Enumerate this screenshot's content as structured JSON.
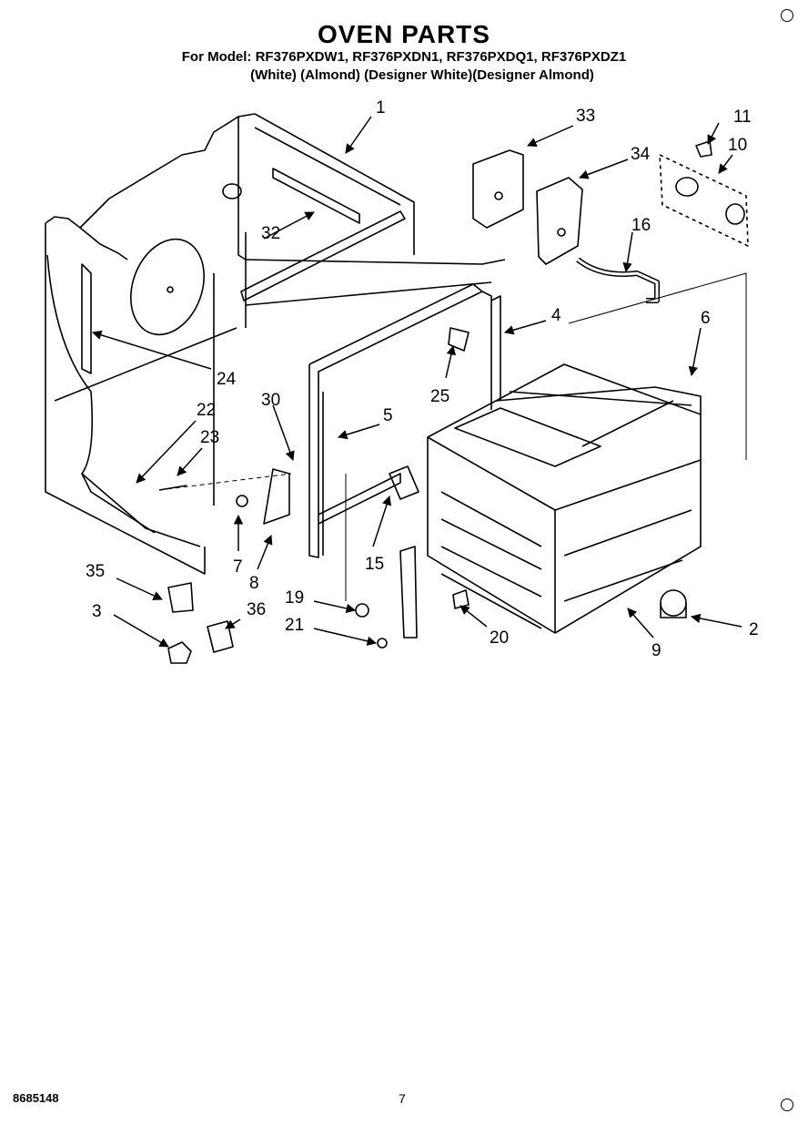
{
  "header": {
    "title": "OVEN PARTS",
    "models": "For Model: RF376PXDW1, RF376PXDN1, RF376PXDQ1, RF376PXDZ1",
    "colors": "(White)    (Almond) (Designer White)(Designer Almond)"
  },
  "callouts": {
    "c1": "1",
    "c2": "2",
    "c3": "3",
    "c4": "4",
    "c5": "5",
    "c6": "6",
    "c7": "7",
    "c8": "8",
    "c9": "9",
    "c10": "10",
    "c11": "11",
    "c15": "15",
    "c16": "16",
    "c19": "19",
    "c20": "20",
    "c21": "21",
    "c22": "22",
    "c23": "23",
    "c24": "24",
    "c25": "25",
    "c30": "30",
    "c32": "32",
    "c33": "33",
    "c34": "34",
    "c35": "35",
    "c36": "36"
  },
  "footer": {
    "doc_number": "8685148",
    "page": "7"
  }
}
